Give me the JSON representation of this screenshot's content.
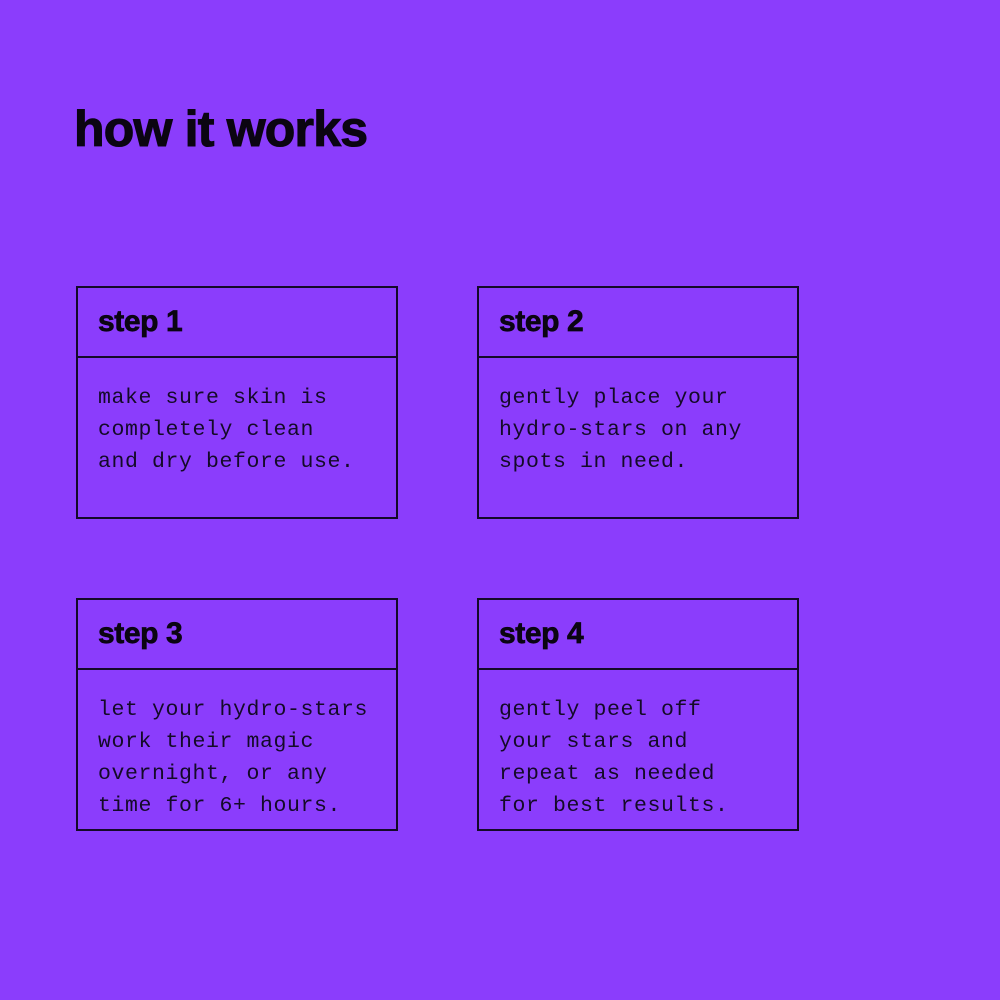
{
  "page": {
    "background_color": "#8b3dfc",
    "ink_color": "#140a28",
    "title": "how it works"
  },
  "steps": [
    {
      "title": "step 1",
      "body": "make sure skin is\ncompletely clean\nand dry before use."
    },
    {
      "title": "step 2",
      "body": "gently place your\nhydro-stars on any\nspots in need."
    },
    {
      "title": "step 3",
      "body": "let your hydro-stars\nwork their magic\novernight, or any\ntime for 6+ hours."
    },
    {
      "title": "step 4",
      "body": "gently peel off\nyour stars and\nrepeat as needed\nfor best results."
    }
  ]
}
